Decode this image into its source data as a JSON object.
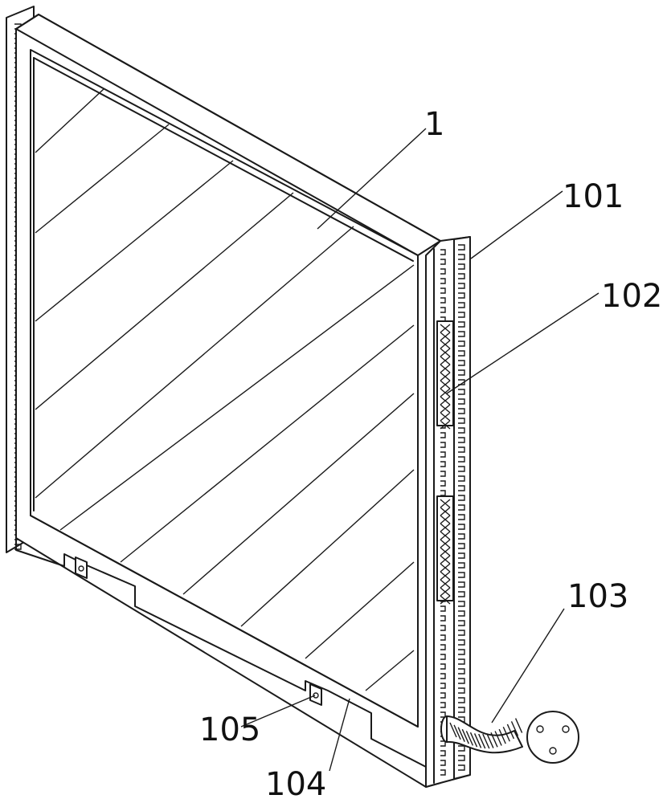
{
  "labels": {
    "panel": "1",
    "side_frame": "101",
    "strip": "102",
    "hose_lamp": "103",
    "bottom_edge": "104",
    "bracket": "105"
  },
  "colors": {
    "line": "#1a1a1a",
    "background": "#ffffff"
  }
}
